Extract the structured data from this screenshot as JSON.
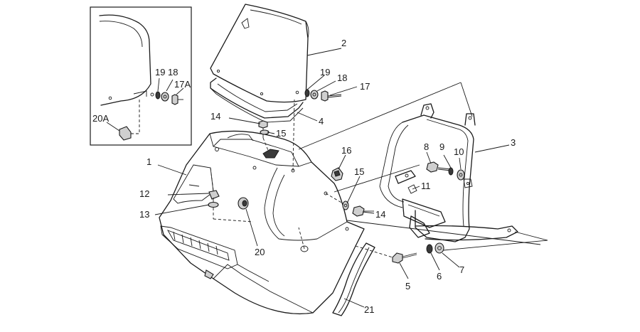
{
  "callouts": [
    {
      "id": "c1",
      "label": "1"
    },
    {
      "id": "c2",
      "label": "2"
    },
    {
      "id": "c3",
      "label": "3"
    },
    {
      "id": "c4",
      "label": "4"
    },
    {
      "id": "c5",
      "label": "5"
    },
    {
      "id": "c6",
      "label": "6"
    },
    {
      "id": "c7",
      "label": "7"
    },
    {
      "id": "c8",
      "label": "8"
    },
    {
      "id": "c9",
      "label": "9"
    },
    {
      "id": "c10",
      "label": "10"
    },
    {
      "id": "c11",
      "label": "11"
    },
    {
      "id": "c12",
      "label": "12"
    },
    {
      "id": "c13",
      "label": "13"
    },
    {
      "id": "c14a",
      "label": "14"
    },
    {
      "id": "c14b",
      "label": "14"
    },
    {
      "id": "c15a",
      "label": "15"
    },
    {
      "id": "c15b",
      "label": "15"
    },
    {
      "id": "c16",
      "label": "16"
    },
    {
      "id": "c17",
      "label": "17"
    },
    {
      "id": "c17A",
      "label": "17A"
    },
    {
      "id": "c18a",
      "label": "18"
    },
    {
      "id": "c18b",
      "label": "18"
    },
    {
      "id": "c19a",
      "label": "19"
    },
    {
      "id": "c19b",
      "label": "19"
    },
    {
      "id": "c20",
      "label": "20"
    },
    {
      "id": "c20A",
      "label": "20A"
    },
    {
      "id": "c21",
      "label": "21"
    }
  ]
}
